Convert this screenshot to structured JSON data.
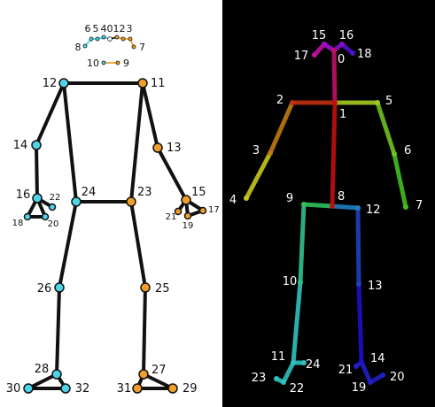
{
  "colors": {
    "left_background": "#ffffff",
    "right_background": "#000000",
    "bone_left": "#111111",
    "joint_cyan": "#4fd3e6",
    "joint_orange": "#f0a02a",
    "label_left": "#111111",
    "label_right": "#ffffff"
  },
  "left_panel": {
    "keypoints": [
      {
        "label": "0",
        "side": "center"
      },
      {
        "label": "1",
        "side": "orange"
      },
      {
        "label": "2",
        "side": "orange"
      },
      {
        "label": "3",
        "side": "orange"
      },
      {
        "label": "4",
        "side": "cyan"
      },
      {
        "label": "5",
        "side": "cyan"
      },
      {
        "label": "6",
        "side": "cyan"
      },
      {
        "label": "7",
        "side": "orange"
      },
      {
        "label": "8",
        "side": "cyan"
      },
      {
        "label": "9",
        "side": "orange"
      },
      {
        "label": "10",
        "side": "cyan"
      },
      {
        "label": "11",
        "side": "orange"
      },
      {
        "label": "12",
        "side": "cyan"
      },
      {
        "label": "13",
        "side": "orange"
      },
      {
        "label": "14",
        "side": "cyan"
      },
      {
        "label": "15",
        "side": "orange"
      },
      {
        "label": "16",
        "side": "cyan"
      },
      {
        "label": "17",
        "side": "orange"
      },
      {
        "label": "18",
        "side": "cyan"
      },
      {
        "label": "19",
        "side": "orange"
      },
      {
        "label": "20",
        "side": "cyan"
      },
      {
        "label": "21",
        "side": "orange"
      },
      {
        "label": "22",
        "side": "cyan"
      },
      {
        "label": "23",
        "side": "orange"
      },
      {
        "label": "24",
        "side": "cyan"
      },
      {
        "label": "25",
        "side": "orange"
      },
      {
        "label": "26",
        "side": "cyan"
      },
      {
        "label": "27",
        "side": "orange"
      },
      {
        "label": "28",
        "side": "cyan"
      },
      {
        "label": "29",
        "side": "orange"
      },
      {
        "label": "30",
        "side": "cyan"
      },
      {
        "label": "31",
        "side": "orange"
      },
      {
        "label": "32",
        "side": "cyan"
      }
    ],
    "connections": [
      [
        "11",
        "12"
      ],
      [
        "12",
        "24"
      ],
      [
        "24",
        "23"
      ],
      [
        "23",
        "11"
      ],
      [
        "12",
        "14"
      ],
      [
        "14",
        "16"
      ],
      [
        "16",
        "18"
      ],
      [
        "18",
        "20"
      ],
      [
        "20",
        "16"
      ],
      [
        "16",
        "22"
      ],
      [
        "11",
        "13"
      ],
      [
        "13",
        "15"
      ],
      [
        "15",
        "17"
      ],
      [
        "17",
        "19"
      ],
      [
        "19",
        "15"
      ],
      [
        "15",
        "21"
      ],
      [
        "24",
        "26"
      ],
      [
        "26",
        "28"
      ],
      [
        "28",
        "30"
      ],
      [
        "30",
        "32"
      ],
      [
        "32",
        "28"
      ],
      [
        "23",
        "25"
      ],
      [
        "25",
        "27"
      ],
      [
        "27",
        "29"
      ],
      [
        "29",
        "31"
      ],
      [
        "31",
        "27"
      ],
      [
        "9",
        "10"
      ],
      [
        "8",
        "6"
      ],
      [
        "6",
        "5"
      ],
      [
        "5",
        "4"
      ],
      [
        "4",
        "0"
      ],
      [
        "0",
        "1"
      ],
      [
        "1",
        "2"
      ],
      [
        "2",
        "3"
      ],
      [
        "3",
        "7"
      ]
    ]
  },
  "right_panel": {
    "keypoints": [
      {
        "label": "0",
        "color": "#c0106a"
      },
      {
        "label": "1",
        "color": "#c01010"
      },
      {
        "label": "2",
        "color": "#c03010"
      },
      {
        "label": "3",
        "color": "#c07a10"
      },
      {
        "label": "4",
        "color": "#c8c81a"
      },
      {
        "label": "5",
        "color": "#a6c820"
      },
      {
        "label": "6",
        "color": "#70c020"
      },
      {
        "label": "7",
        "color": "#40c020"
      },
      {
        "label": "8",
        "color": "#c01010"
      },
      {
        "label": "9",
        "color": "#30c060"
      },
      {
        "label": "10",
        "color": "#30c090"
      },
      {
        "label": "11",
        "color": "#30c0c0"
      },
      {
        "label": "12",
        "color": "#2080c0"
      },
      {
        "label": "13",
        "color": "#2040c0"
      },
      {
        "label": "14",
        "color": "#2010c8"
      },
      {
        "label": "15",
        "color": "#a010c8"
      },
      {
        "label": "16",
        "color": "#8010c8"
      },
      {
        "label": "17",
        "color": "#c010a0"
      },
      {
        "label": "18",
        "color": "#5010c8"
      },
      {
        "label": "19",
        "color": "#2020c8"
      },
      {
        "label": "20",
        "color": "#2020c8"
      },
      {
        "label": "21",
        "color": "#2020c8"
      },
      {
        "label": "22",
        "color": "#30c0c0"
      },
      {
        "label": "23",
        "color": "#30c0c0"
      },
      {
        "label": "24",
        "color": "#30c0c0"
      }
    ],
    "bones": [
      {
        "from": "0",
        "to": "15",
        "color": "#a010c8"
      },
      {
        "from": "0",
        "to": "16",
        "color": "#8010c8"
      },
      {
        "from": "15",
        "to": "17",
        "color": "#c010a0"
      },
      {
        "from": "16",
        "to": "18",
        "color": "#5010c8"
      },
      {
        "from": "0",
        "to": "1",
        "color": "#c0106a"
      },
      {
        "from": "1",
        "to": "8",
        "color": "#c01010"
      },
      {
        "from": "1",
        "to": "2",
        "color": "#c03010"
      },
      {
        "from": "2",
        "to": "3",
        "color": "#c07a10"
      },
      {
        "from": "3",
        "to": "4",
        "color": "#c8c81a"
      },
      {
        "from": "1",
        "to": "5",
        "color": "#a6c820"
      },
      {
        "from": "5",
        "to": "6",
        "color": "#70c020"
      },
      {
        "from": "6",
        "to": "7",
        "color": "#40c020"
      },
      {
        "from": "8",
        "to": "9",
        "color": "#30c060"
      },
      {
        "from": "9",
        "to": "10",
        "color": "#30c090"
      },
      {
        "from": "10",
        "to": "11",
        "color": "#30c0c0"
      },
      {
        "from": "11",
        "to": "24",
        "color": "#30c0c0"
      },
      {
        "from": "11",
        "to": "22",
        "color": "#30c0c0"
      },
      {
        "from": "22",
        "to": "23",
        "color": "#30c0c0"
      },
      {
        "from": "8",
        "to": "12",
        "color": "#2080c0"
      },
      {
        "from": "12",
        "to": "13",
        "color": "#2040c0"
      },
      {
        "from": "13",
        "to": "14",
        "color": "#2010c8"
      },
      {
        "from": "14",
        "to": "21",
        "color": "#2020c8"
      },
      {
        "from": "14",
        "to": "19",
        "color": "#2020c8"
      },
      {
        "from": "19",
        "to": "20",
        "color": "#2020c8"
      }
    ]
  }
}
